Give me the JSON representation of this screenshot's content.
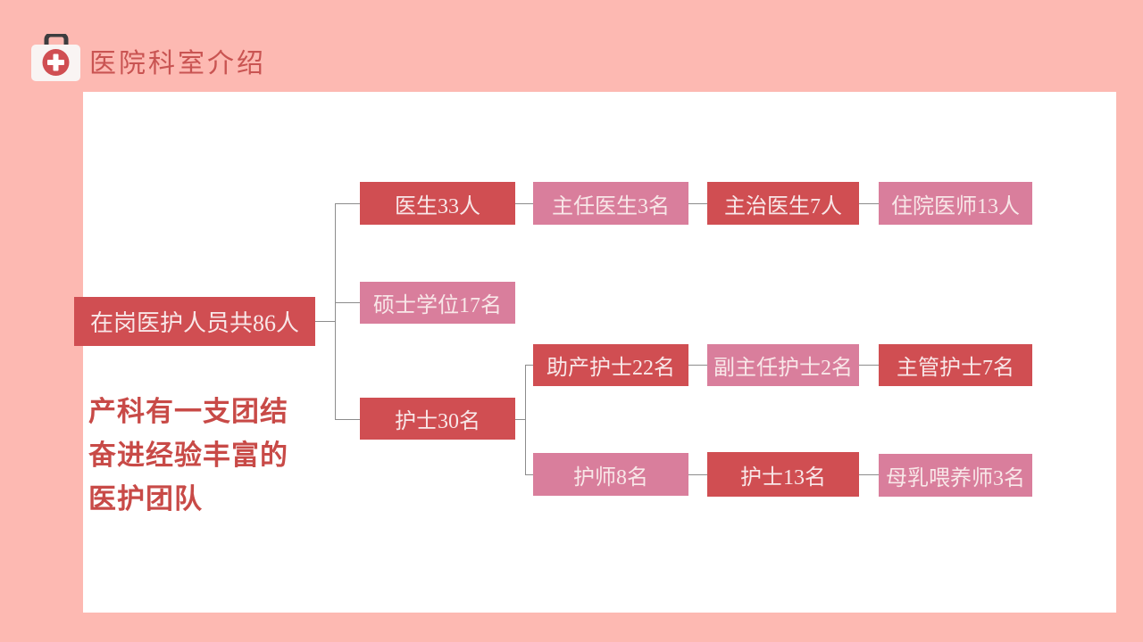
{
  "header": {
    "title": "医院科室介绍",
    "icon": "first-aid-kit"
  },
  "intro": {
    "lines": [
      "产科有一支团结",
      "奋进经验丰富的",
      "医护团队"
    ]
  },
  "tree": {
    "nodes": {
      "root": {
        "label": "在岗医护人员共86人",
        "variant": "red"
      },
      "doctors": {
        "label": "医生33人",
        "variant": "red"
      },
      "chief_doctor": {
        "label": "主任医生3名",
        "variant": "pink"
      },
      "attending_doctor": {
        "label": "主治医生7人",
        "variant": "red"
      },
      "resident_doctor": {
        "label": "住院医师13人",
        "variant": "pink"
      },
      "master_degree": {
        "label": "硕士学位17名",
        "variant": "pink"
      },
      "nurses": {
        "label": "护士30名",
        "variant": "red"
      },
      "midwife_nurse": {
        "label": "助产护士22名",
        "variant": "red"
      },
      "deputy_chief_nurse": {
        "label": "副主任护士2名",
        "variant": "pink"
      },
      "charge_nurse": {
        "label": "主管护士7名",
        "variant": "red"
      },
      "nurse_practitioner": {
        "label": "护师8名",
        "variant": "pink"
      },
      "junior_nurse": {
        "label": "护士13名",
        "variant": "red"
      },
      "lactation_consultant": {
        "label": "母乳喂养师3名",
        "variant": "pink"
      }
    },
    "structure": {
      "root": [
        "doctors",
        "master_degree",
        "nurses"
      ],
      "doctors": [
        "chief_doctor",
        "attending_doctor",
        "resident_doctor"
      ],
      "nurses": [
        [
          "midwife_nurse",
          "deputy_chief_nurse",
          "charge_nurse"
        ],
        [
          "nurse_practitioner",
          "junior_nurse",
          "lactation_consultant"
        ]
      ]
    }
  },
  "colors": {
    "background": "#fdb9b2",
    "panel": "#ffffff",
    "red": "#d04e52",
    "pink": "#d97e9c",
    "title": "#c95452",
    "intro_text": "#c84a47",
    "connector": "#8c8c8c",
    "node_text": "#f8e7e8"
  }
}
